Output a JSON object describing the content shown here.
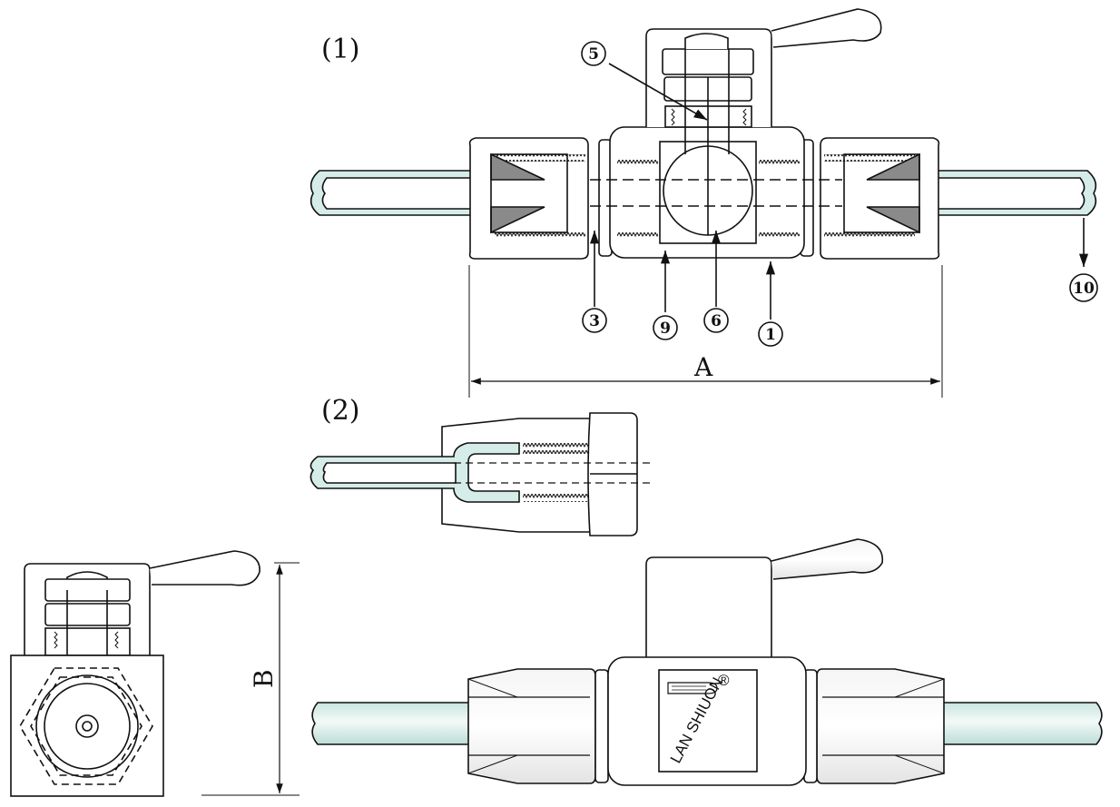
{
  "figures": {
    "fig1_label": "(1)",
    "fig2_label": "(2)"
  },
  "callouts": {
    "c1": "1",
    "c3": "3",
    "c5": "5",
    "c6": "6",
    "c9": "9",
    "c10": "10"
  },
  "dimensions": {
    "a": "A",
    "b": "B"
  },
  "brand": {
    "name": "LAN SHIUON",
    "registered": "®"
  },
  "colors": {
    "tube_fill": "#d6ece8",
    "ferrule_fill": "#8a8a8a",
    "line": "#111111"
  }
}
